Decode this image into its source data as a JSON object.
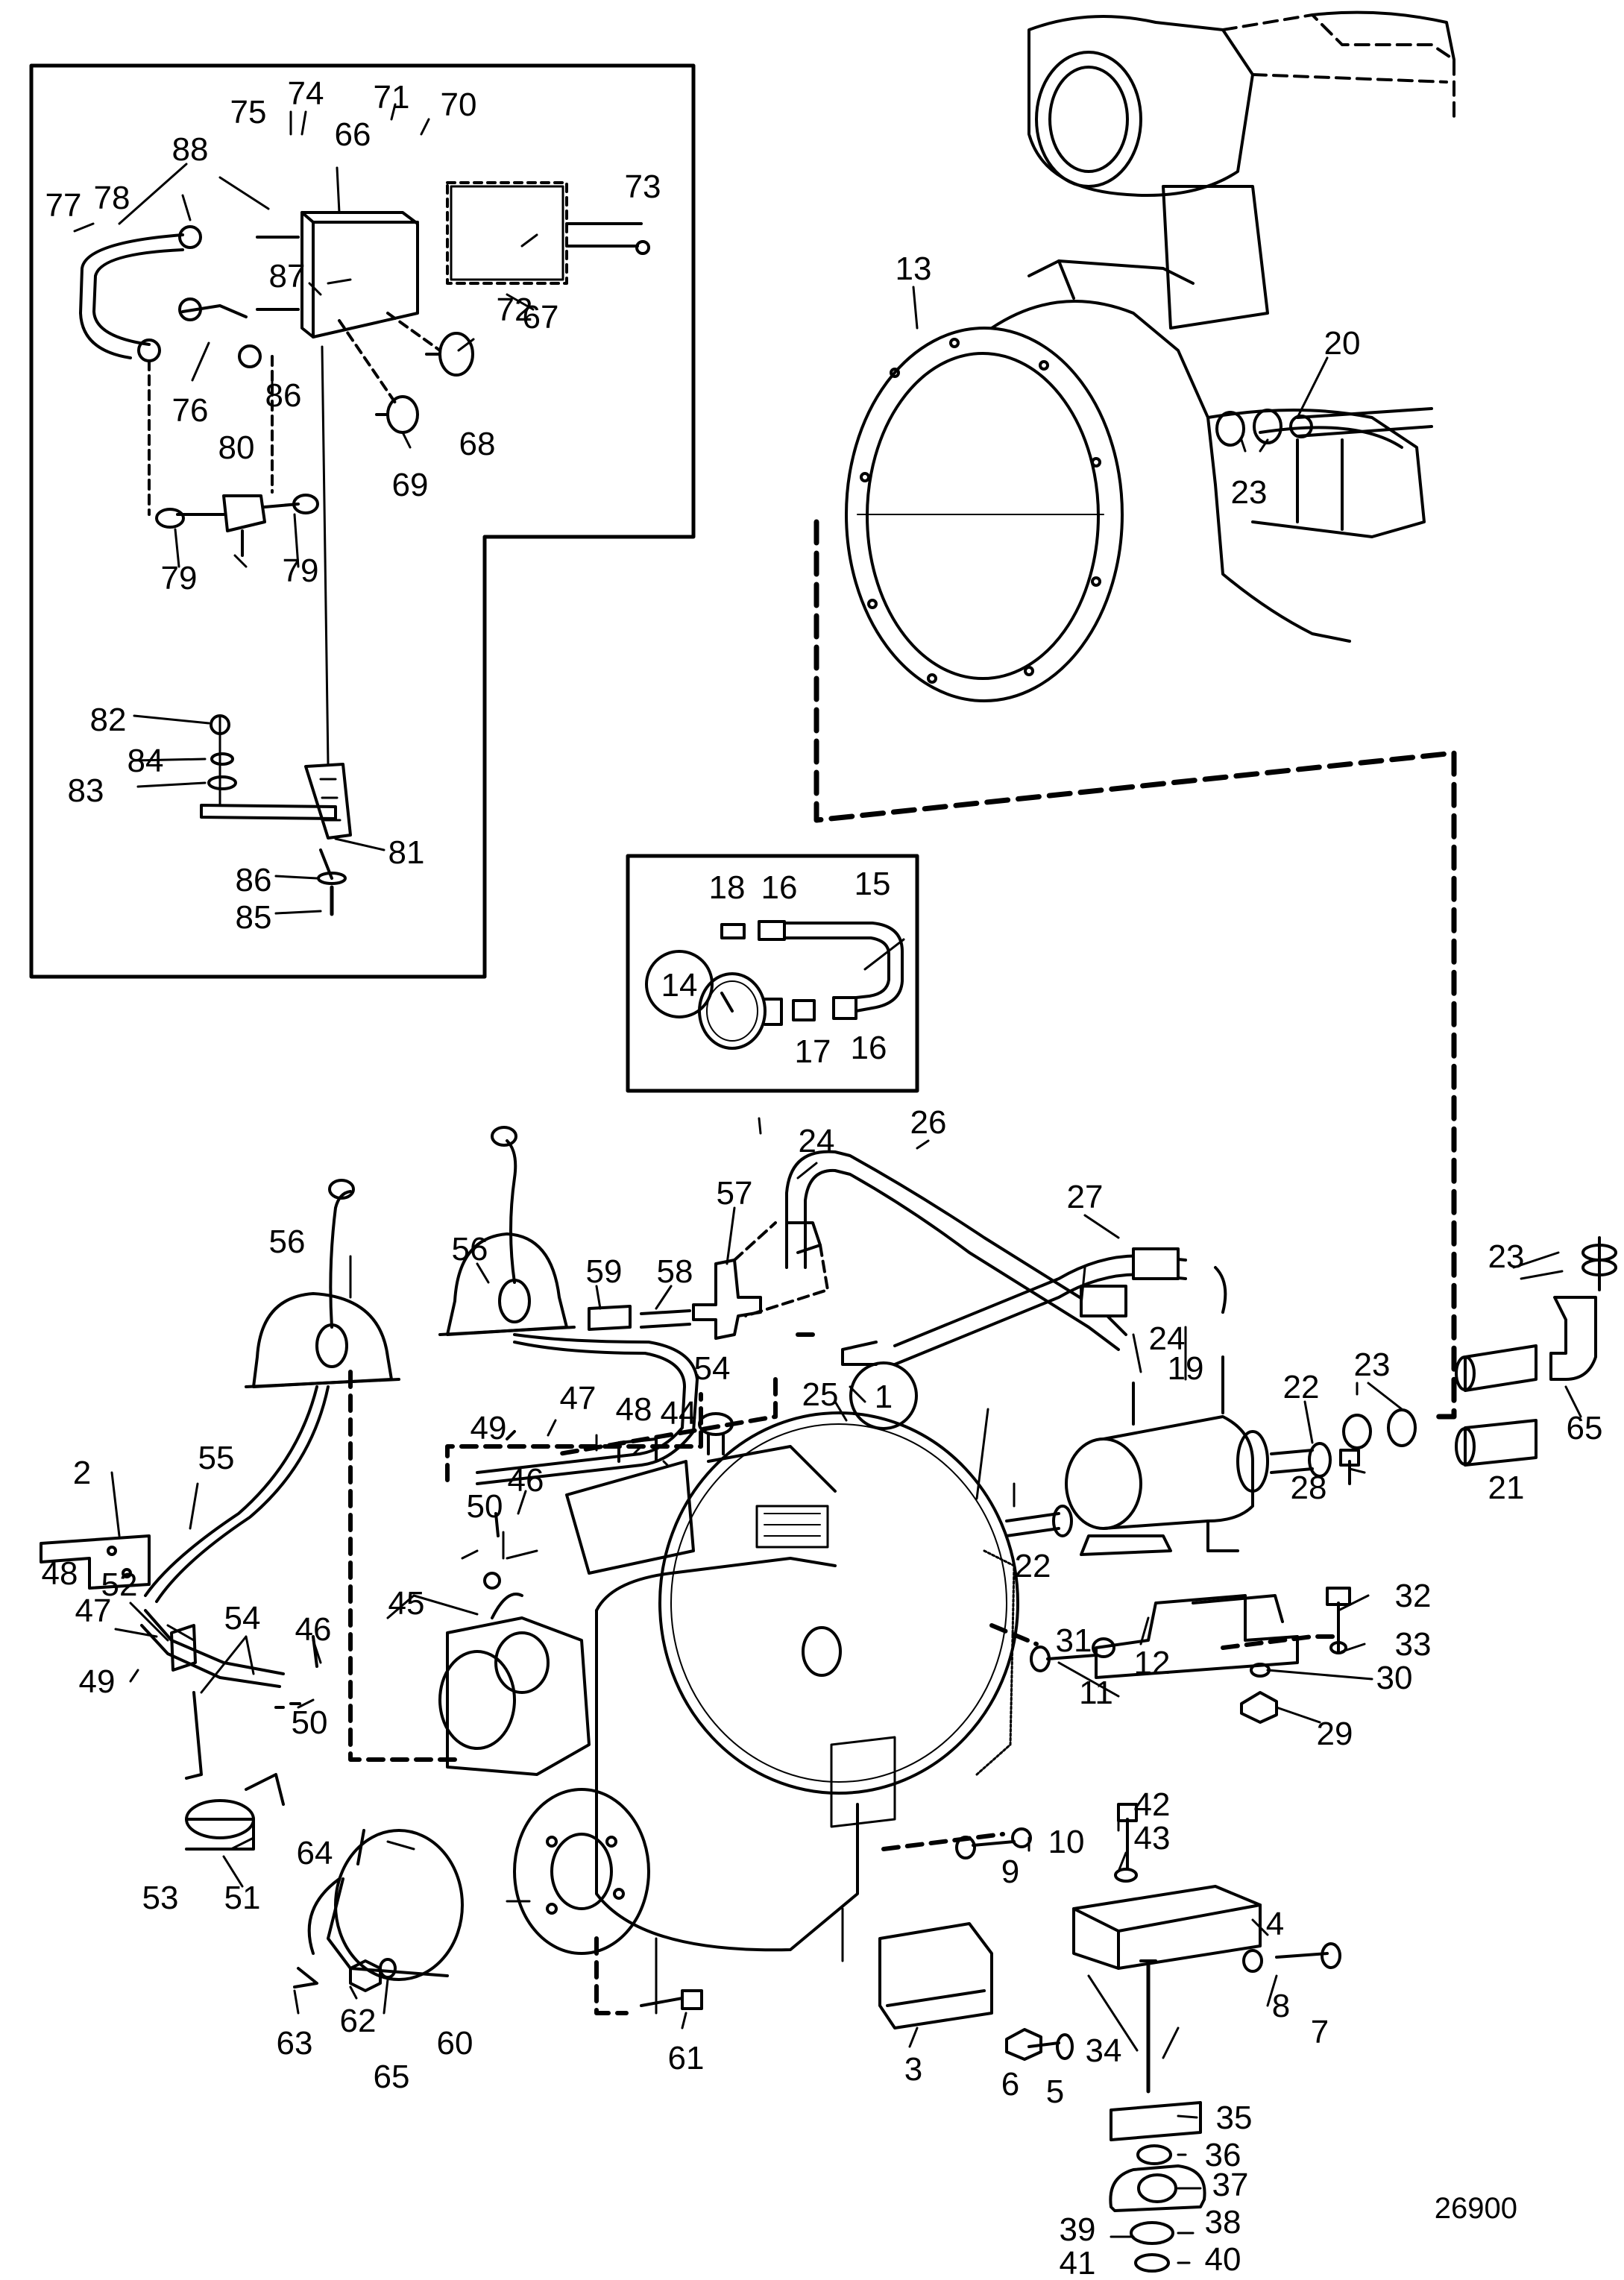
{
  "diagram": {
    "catalog_number": "26900",
    "callouts": [
      {
        "id": "c1",
        "label": "1",
        "circled": true
      },
      {
        "id": "c2",
        "label": "2"
      },
      {
        "id": "c3",
        "label": "3"
      },
      {
        "id": "c4",
        "label": "4"
      },
      {
        "id": "c5",
        "label": "5"
      },
      {
        "id": "c6",
        "label": "6"
      },
      {
        "id": "c7",
        "label": "7"
      },
      {
        "id": "c8",
        "label": "8"
      },
      {
        "id": "c9",
        "label": "9"
      },
      {
        "id": "c10",
        "label": "10"
      },
      {
        "id": "c11",
        "label": "11"
      },
      {
        "id": "c12",
        "label": "12"
      },
      {
        "id": "c13",
        "label": "13"
      },
      {
        "id": "c14",
        "label": "14",
        "circled": true
      },
      {
        "id": "c15",
        "label": "15"
      },
      {
        "id": "c16a",
        "label": "16"
      },
      {
        "id": "c16b",
        "label": "16"
      },
      {
        "id": "c17",
        "label": "17"
      },
      {
        "id": "c18",
        "label": "18"
      },
      {
        "id": "c19",
        "label": "19"
      },
      {
        "id": "c20",
        "label": "20"
      },
      {
        "id": "c21",
        "label": "21"
      },
      {
        "id": "c22a",
        "label": "22"
      },
      {
        "id": "c22b",
        "label": "22"
      },
      {
        "id": "c23a",
        "label": "23"
      },
      {
        "id": "c23b",
        "label": "23"
      },
      {
        "id": "c23c",
        "label": "23"
      },
      {
        "id": "c24a",
        "label": "24"
      },
      {
        "id": "c24b",
        "label": "24"
      },
      {
        "id": "c25",
        "label": "25"
      },
      {
        "id": "c26",
        "label": "26"
      },
      {
        "id": "c27",
        "label": "27"
      },
      {
        "id": "c28",
        "label": "28"
      },
      {
        "id": "c29",
        "label": "29"
      },
      {
        "id": "c30",
        "label": "30"
      },
      {
        "id": "c31",
        "label": "31"
      },
      {
        "id": "c32",
        "label": "32"
      },
      {
        "id": "c33",
        "label": "33"
      },
      {
        "id": "c34",
        "label": "34"
      },
      {
        "id": "c35",
        "label": "35"
      },
      {
        "id": "c36",
        "label": "36"
      },
      {
        "id": "c37",
        "label": "37"
      },
      {
        "id": "c38",
        "label": "38"
      },
      {
        "id": "c39",
        "label": "39"
      },
      {
        "id": "c40",
        "label": "40"
      },
      {
        "id": "c41",
        "label": "41"
      },
      {
        "id": "c42",
        "label": "42"
      },
      {
        "id": "c43",
        "label": "43"
      },
      {
        "id": "c44",
        "label": "44"
      },
      {
        "id": "c45",
        "label": "45"
      },
      {
        "id": "c46a",
        "label": "46"
      },
      {
        "id": "c46b",
        "label": "46"
      },
      {
        "id": "c47a",
        "label": "47"
      },
      {
        "id": "c47b",
        "label": "47"
      },
      {
        "id": "c48a",
        "label": "48"
      },
      {
        "id": "c48b",
        "label": "48"
      },
      {
        "id": "c49a",
        "label": "49"
      },
      {
        "id": "c49b",
        "label": "49"
      },
      {
        "id": "c50a",
        "label": "50"
      },
      {
        "id": "c50b",
        "label": "50"
      },
      {
        "id": "c51",
        "label": "51"
      },
      {
        "id": "c52",
        "label": "52"
      },
      {
        "id": "c53",
        "label": "53"
      },
      {
        "id": "c54a",
        "label": "54"
      },
      {
        "id": "c54b",
        "label": "54"
      },
      {
        "id": "c55",
        "label": "55"
      },
      {
        "id": "c56a",
        "label": "56"
      },
      {
        "id": "c56b",
        "label": "56"
      },
      {
        "id": "c57",
        "label": "57"
      },
      {
        "id": "c58",
        "label": "58"
      },
      {
        "id": "c59",
        "label": "59"
      },
      {
        "id": "c60",
        "label": "60"
      },
      {
        "id": "c61",
        "label": "61"
      },
      {
        "id": "c62",
        "label": "62"
      },
      {
        "id": "c63",
        "label": "63"
      },
      {
        "id": "c64",
        "label": "64"
      },
      {
        "id": "c65a",
        "label": "65"
      },
      {
        "id": "c65b",
        "label": "65"
      },
      {
        "id": "c66",
        "label": "66"
      },
      {
        "id": "c67",
        "label": "67"
      },
      {
        "id": "c68",
        "label": "68"
      },
      {
        "id": "c69",
        "label": "69"
      },
      {
        "id": "c70",
        "label": "70"
      },
      {
        "id": "c71",
        "label": "71"
      },
      {
        "id": "c72",
        "label": "72"
      },
      {
        "id": "c73",
        "label": "73"
      },
      {
        "id": "c74",
        "label": "74"
      },
      {
        "id": "c75",
        "label": "75"
      },
      {
        "id": "c76",
        "label": "76"
      },
      {
        "id": "c77",
        "label": "77"
      },
      {
        "id": "c78",
        "label": "78"
      },
      {
        "id": "c79a",
        "label": "79"
      },
      {
        "id": "c79b",
        "label": "79"
      },
      {
        "id": "c80",
        "label": "80"
      },
      {
        "id": "c81",
        "label": "81"
      },
      {
        "id": "c82",
        "label": "82"
      },
      {
        "id": "c83",
        "label": "83"
      },
      {
        "id": "c84",
        "label": "84"
      },
      {
        "id": "c85",
        "label": "85"
      },
      {
        "id": "c86a",
        "label": "86"
      },
      {
        "id": "c86b",
        "label": "86"
      },
      {
        "id": "c87",
        "label": "87"
      },
      {
        "id": "c88",
        "label": "88"
      }
    ]
  }
}
